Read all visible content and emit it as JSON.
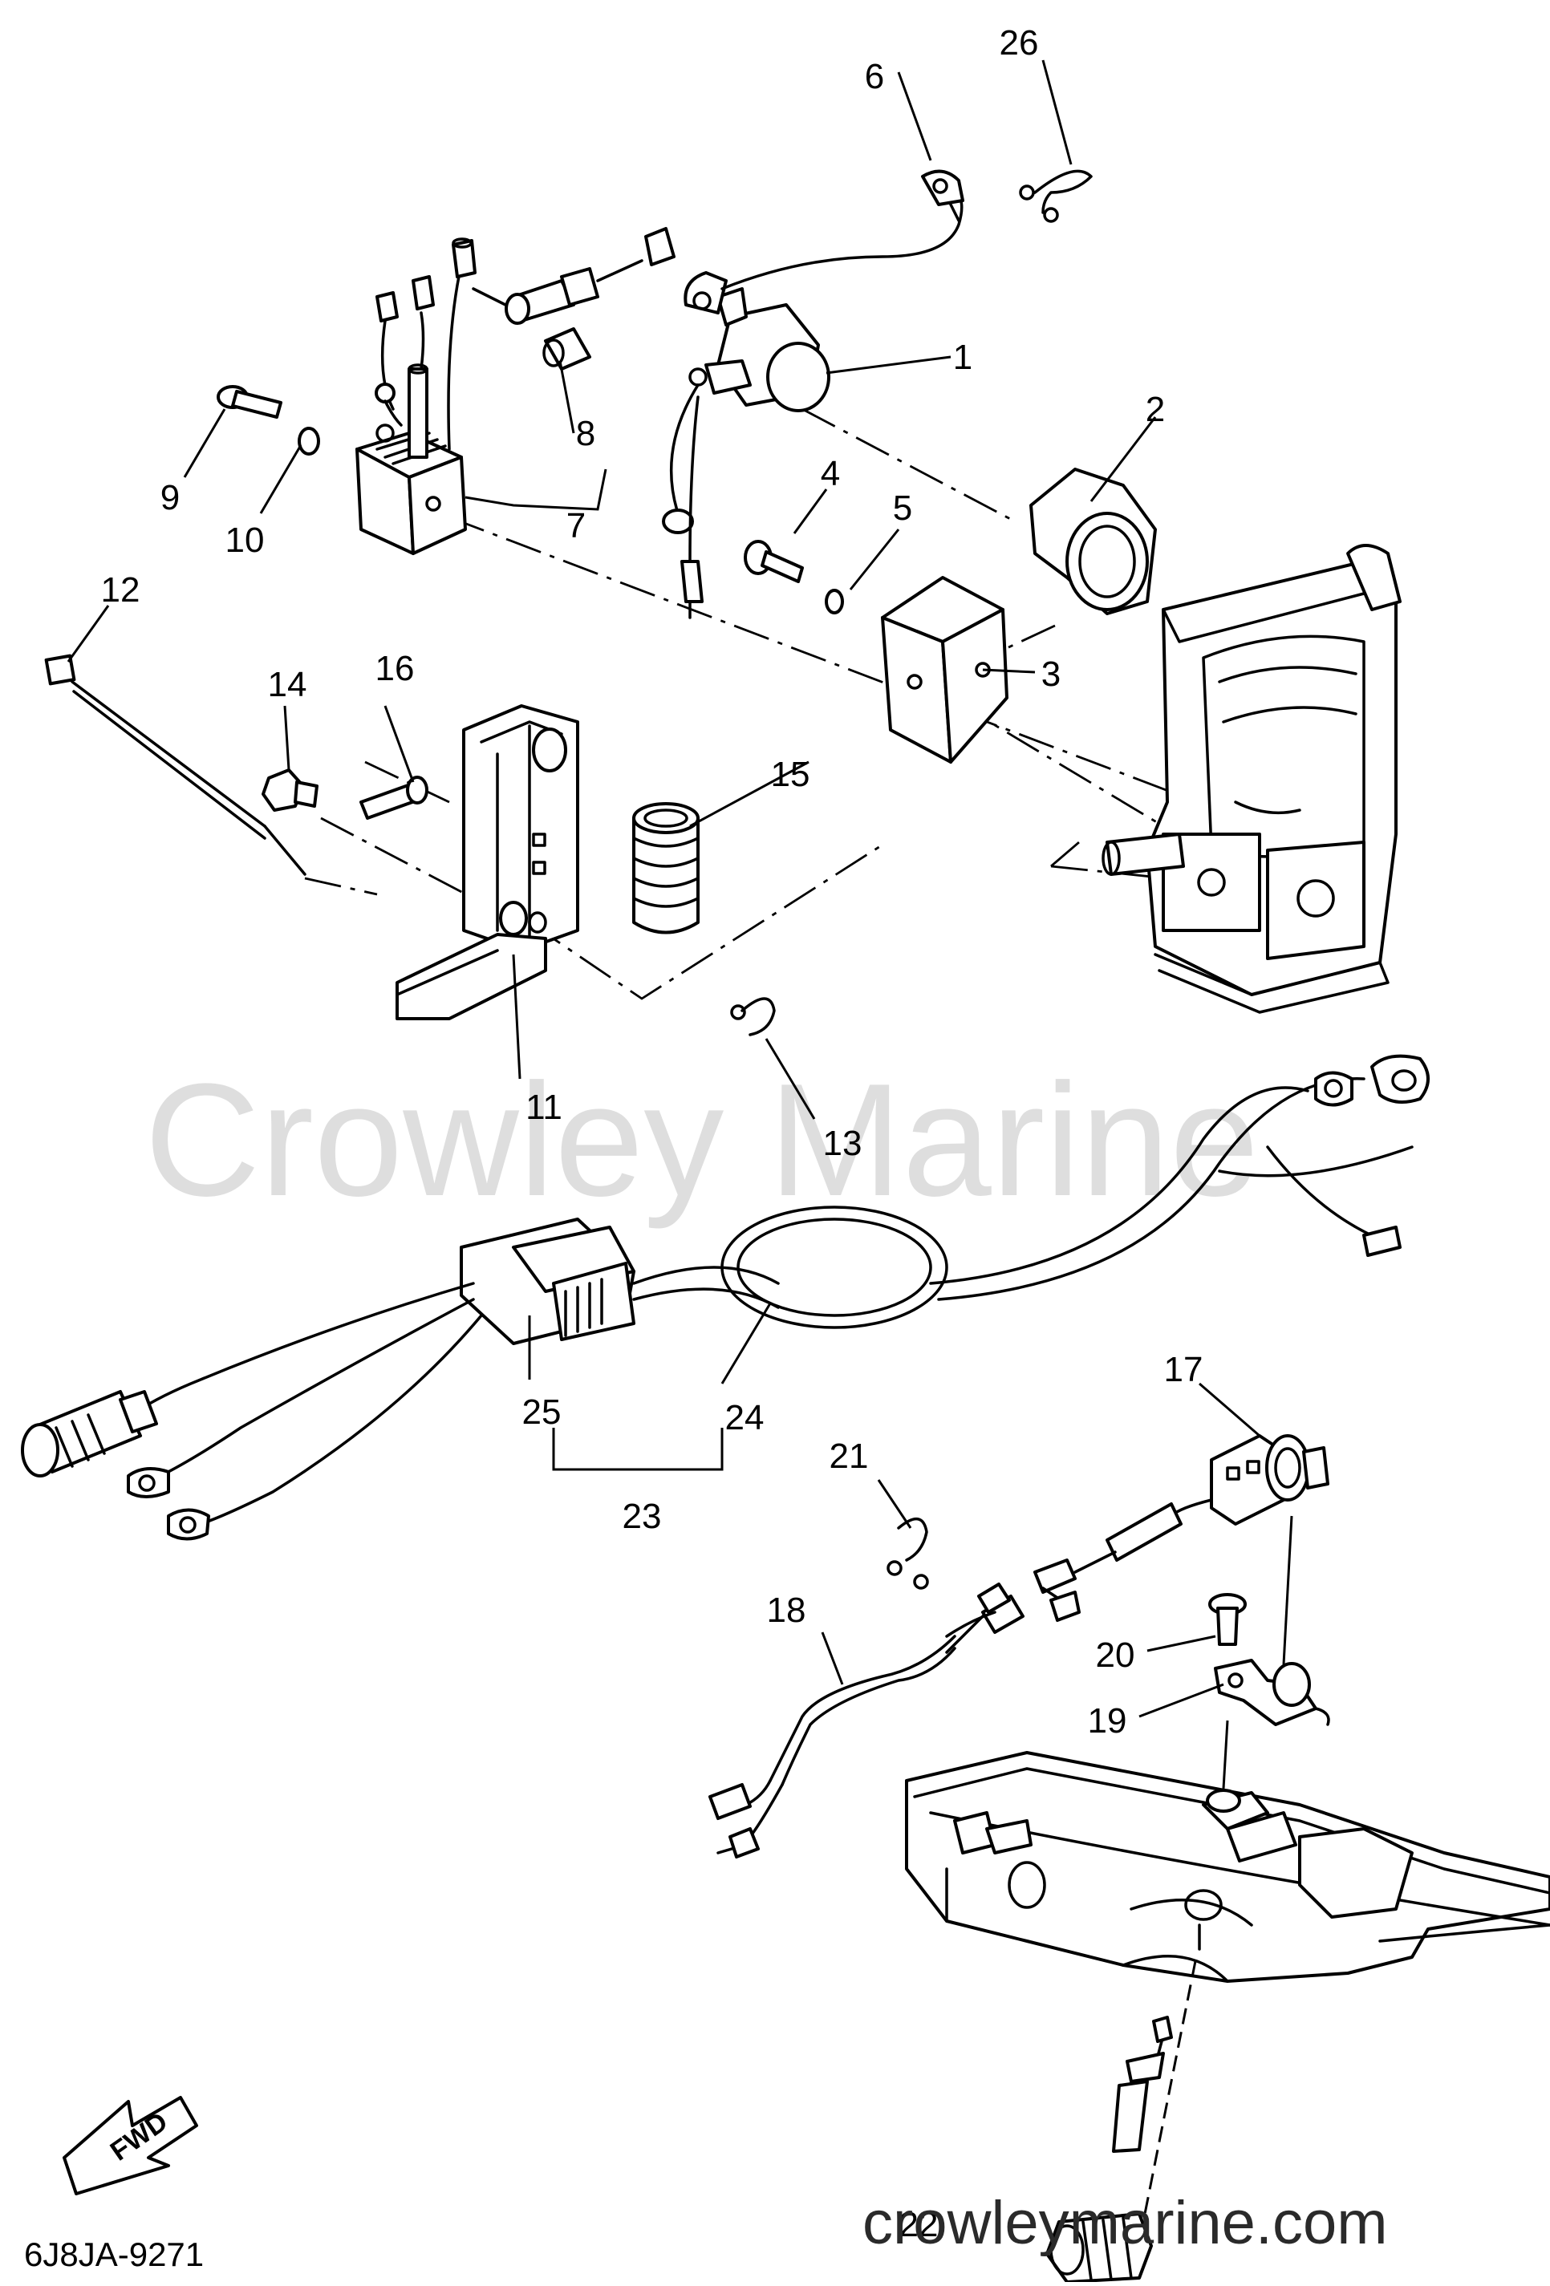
{
  "diagram": {
    "watermark": "Crowley Marine",
    "site_watermark": "crowleymarine.com",
    "drawing_code": "6J8JA-9271",
    "fwd_label": "FWD",
    "callouts": [
      {
        "id": "c1",
        "label": "1"
      },
      {
        "id": "c2",
        "label": "2"
      },
      {
        "id": "c3",
        "label": "3"
      },
      {
        "id": "c4",
        "label": "4"
      },
      {
        "id": "c5",
        "label": "5"
      },
      {
        "id": "c6",
        "label": "6"
      },
      {
        "id": "c7",
        "label": "7"
      },
      {
        "id": "c8",
        "label": "8"
      },
      {
        "id": "c9",
        "label": "9"
      },
      {
        "id": "c10",
        "label": "10"
      },
      {
        "id": "c11",
        "label": "11"
      },
      {
        "id": "c12",
        "label": "12"
      },
      {
        "id": "c13",
        "label": "13"
      },
      {
        "id": "c14",
        "label": "14"
      },
      {
        "id": "c15",
        "label": "15"
      },
      {
        "id": "c16",
        "label": "16"
      },
      {
        "id": "c17",
        "label": "17"
      },
      {
        "id": "c18",
        "label": "18"
      },
      {
        "id": "c19",
        "label": "19"
      },
      {
        "id": "c20",
        "label": "20"
      },
      {
        "id": "c21",
        "label": "21"
      },
      {
        "id": "c22",
        "label": "22"
      },
      {
        "id": "c23",
        "label": "23"
      },
      {
        "id": "c24",
        "label": "24"
      },
      {
        "id": "c25",
        "label": "25"
      },
      {
        "id": "c26",
        "label": "26"
      }
    ]
  }
}
